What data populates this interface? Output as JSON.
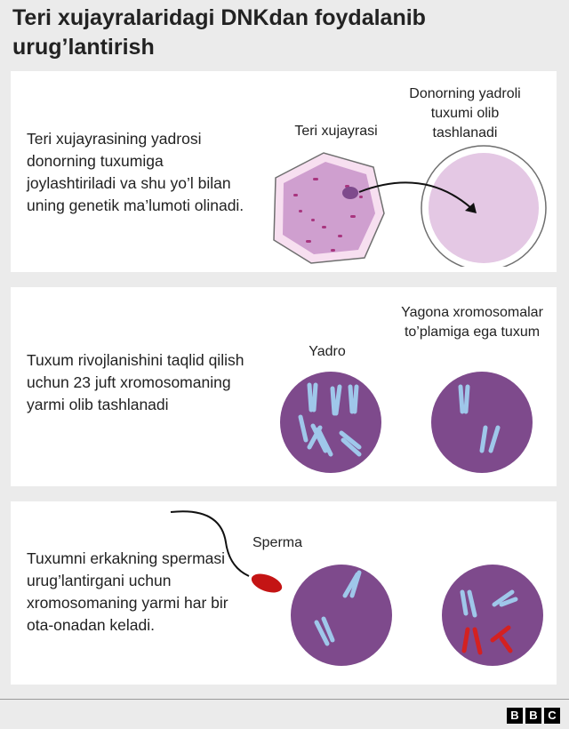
{
  "title": "Teri xujayralaridagi DNKdan foydalanib urug’lantirish",
  "panels": [
    {
      "description": "Teri xujayrasining yadrosi donorning tuxumiga joylashtiriladi va shu yo’l bilan uning genetik ma’lumoti olinadi.",
      "label_left": "Teri xujayrasi",
      "label_right": "Donorning yadroli tuxumi olib tashlanadi"
    },
    {
      "description": "Tuxum rivojlanishini taqlid qilish uchun 23 juft xromosomaning yarmi olib tashlanadi",
      "label_left": "Yadro",
      "label_right": "Yagona xromosomalar to’plamiga ega tuxum"
    },
    {
      "description": "Tuxumni erkakning spermasi urug’lantirgani uchun xromosomaning yarmi har bir ota-onadan keladi.",
      "label_sperm": "Sperma"
    }
  ],
  "brand": {
    "letters": [
      "B",
      "B",
      "C"
    ]
  },
  "colors": {
    "skin_cell": "#cf9fcf",
    "skin_cell_border": "#f7dff0",
    "egg_fill": "#e4c8e4",
    "nucleus": "#7e4a8c",
    "chromosome_blue": "#9fc7ea",
    "chromosome_red": "#d42121",
    "sperm_red": "#c41414"
  }
}
